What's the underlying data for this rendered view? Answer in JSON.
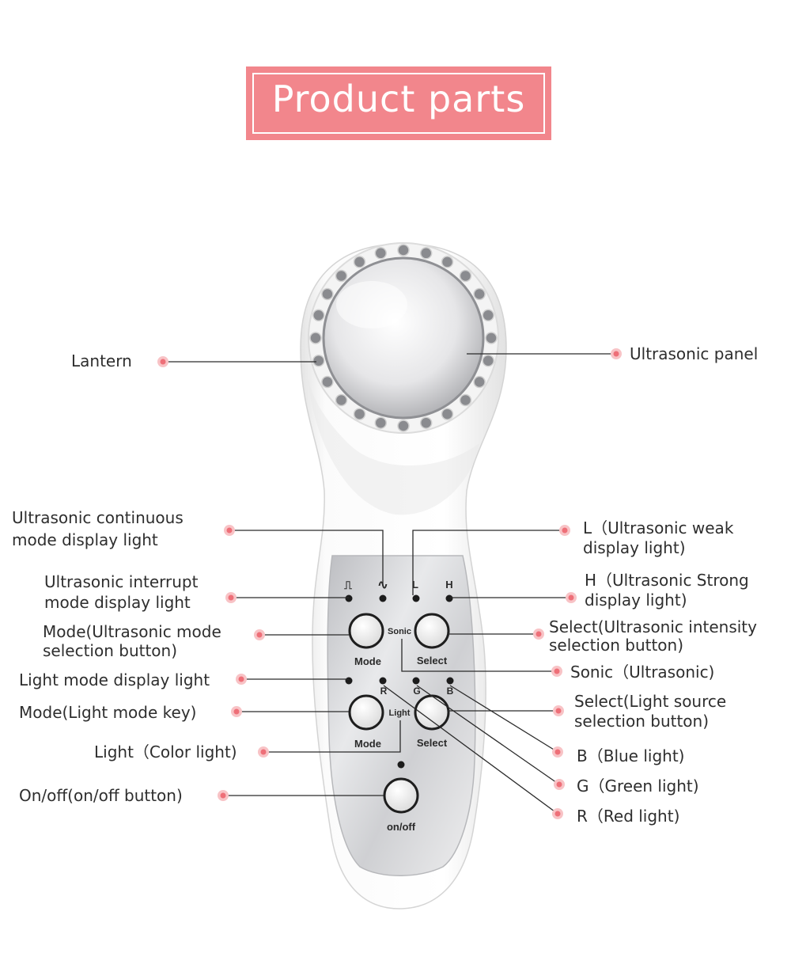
{
  "title": "Product parts",
  "device": {
    "symbol_pulse": "⎍",
    "symbol_wave": "∿",
    "led_L": "L",
    "led_H": "H",
    "led_R": "R",
    "led_G": "G",
    "led_B": "B",
    "btn_mode_1": "Mode",
    "btn_select_1": "Select",
    "btn_mode_2": "Mode",
    "btn_select_2": "Select",
    "sonic": "Sonic",
    "light": "Light",
    "onoff": "on/off"
  },
  "labels": {
    "lantern": "Lantern",
    "ultrasonic_panel": "Ultrasonic panel",
    "continuous_1": "Ultrasonic continuous",
    "continuous_2": "mode display light",
    "interrupt_1": "Ultrasonic interrupt",
    "interrupt_2": "mode display light",
    "mode_ultra_1": "Mode(Ultrasonic mode",
    "mode_ultra_2": "selection button)",
    "light_mode_display": "Light mode display light",
    "mode_light_key": "Mode(Light mode key)",
    "light_color": "Light（Color light)",
    "onoff_button": "On/off(on/off button)",
    "L_1": "L（Ultrasonic weak",
    "L_2": "display light)",
    "H_1": "H（Ultrasonic Strong",
    "H_2": "display light)",
    "select_intensity_1": "Select(Ultrasonic intensity",
    "select_intensity_2": "selection button)",
    "sonic": "Sonic（Ultrasonic)",
    "select_light_1": "Select(Light source",
    "select_light_2": "selection button)",
    "blue": "B（Blue light)",
    "green": "G（Green light)",
    "red": "R（Red light)"
  }
}
